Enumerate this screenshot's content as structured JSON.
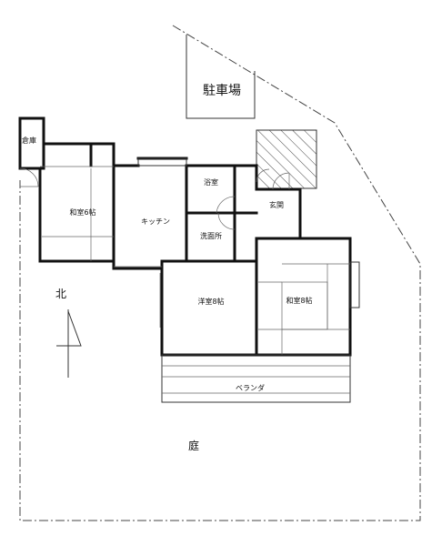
{
  "labels": {
    "parking": "駐車場",
    "storage": "倉庫",
    "washitsu6": "和室6帖",
    "kitchen": "キッチン",
    "bath": "浴室",
    "entrance": "玄関",
    "washroom": "洗面所",
    "youshitsu8": "洋室8帖",
    "washitsu8": "和室8帖",
    "north": "北",
    "veranda": "ベランダ",
    "garden": "庭"
  }
}
